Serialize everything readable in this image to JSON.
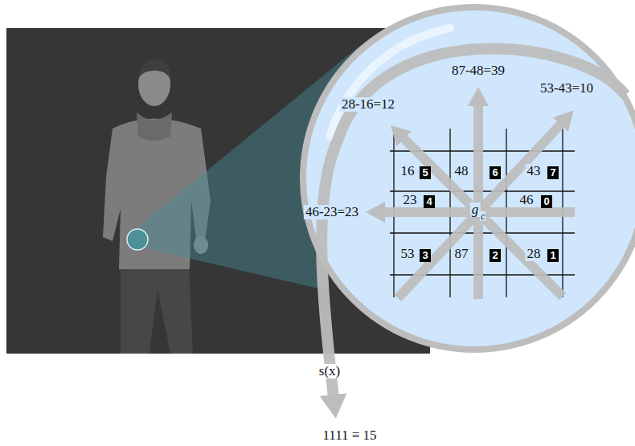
{
  "diagram": {
    "labels": [
      "87-48=39",
      "28-16=12",
      "53-43=10",
      "16",
      "5",
      "48",
      "6",
      "43",
      "7",
      "46-23=23",
      "23",
      "4",
      "g",
      "c",
      "46",
      "0",
      "53",
      "3",
      "87",
      "2",
      "28",
      "1",
      "s(x)",
      "1111 ≡ 15"
    ]
  }
}
